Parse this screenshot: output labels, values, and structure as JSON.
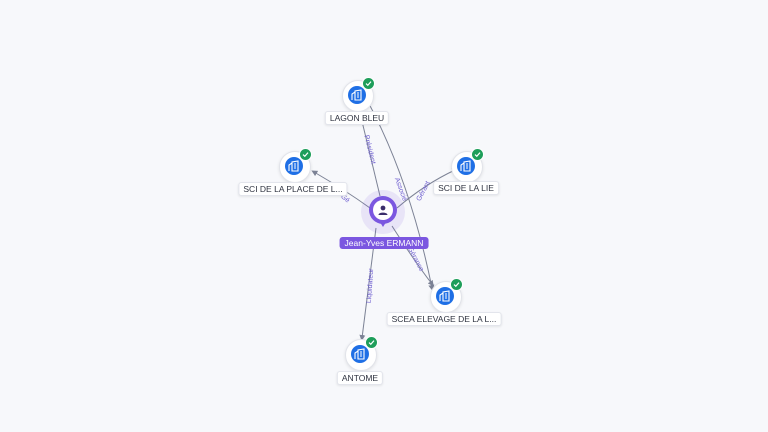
{
  "person": {
    "name": "Jean-Yves ERMANN"
  },
  "companies": [
    {
      "id": "lagon",
      "label": "LAGON BLEU",
      "verified": true
    },
    {
      "id": "place",
      "label": "SCI DE LA PLACE DE L...",
      "verified": true
    },
    {
      "id": "lie",
      "label": "SCI DE LA LIE",
      "verified": true
    },
    {
      "id": "scea",
      "label": "SCEA ELEVAGE DE LA L...",
      "verified": true
    },
    {
      "id": "antome",
      "label": "ANTOME",
      "verified": true
    }
  ],
  "edges": [
    {
      "id": "e-lagon",
      "label": "Président"
    },
    {
      "id": "e-place",
      "label": "Gé"
    },
    {
      "id": "e-lie",
      "label": "Gérant"
    },
    {
      "id": "e-assoc",
      "label": "Associé"
    },
    {
      "id": "e-scea",
      "label": "Gérance"
    },
    {
      "id": "e-antome",
      "label": "Liquidateur"
    }
  ],
  "colors": {
    "person": "#7b57e0",
    "company": "#1f6fe5",
    "verified": "#1e9e5a",
    "edge": "#7c8295",
    "edge_label": "#6f5fd0"
  },
  "icons": {
    "company": "building-icon",
    "person": "user-icon",
    "verified": "check-badge-icon"
  }
}
